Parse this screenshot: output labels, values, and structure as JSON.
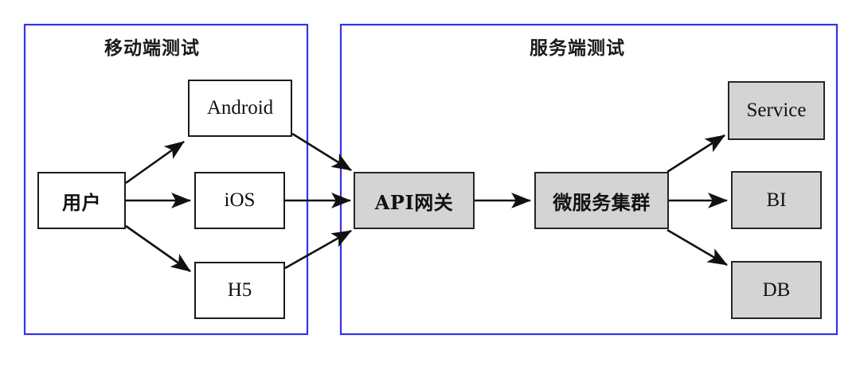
{
  "diagram": {
    "title_hidden": "",
    "panels": [
      {
        "id": "mobile",
        "label": "移动端测试",
        "border_color": "#3333ee"
      },
      {
        "id": "server",
        "label": "服务端测试",
        "border_color": "#3333ee"
      }
    ],
    "nodes": [
      {
        "id": "user",
        "label": "用户",
        "fill": "#ffffff",
        "panel": "mobile"
      },
      {
        "id": "android",
        "label": "Android",
        "fill": "#ffffff",
        "panel": "mobile"
      },
      {
        "id": "ios",
        "label": "iOS",
        "fill": "#ffffff",
        "panel": "mobile"
      },
      {
        "id": "h5",
        "label": "H5",
        "fill": "#ffffff",
        "panel": "mobile"
      },
      {
        "id": "gateway",
        "label": "API网关",
        "fill": "#d4d4d4",
        "panel": "server"
      },
      {
        "id": "micro",
        "label": "微服务集群",
        "fill": "#d4d4d4",
        "panel": "server"
      },
      {
        "id": "service",
        "label": "Service",
        "fill": "#d4d4d4",
        "panel": "server"
      },
      {
        "id": "bi",
        "label": "BI",
        "fill": "#d4d4d4",
        "panel": "server"
      },
      {
        "id": "db",
        "label": "DB",
        "fill": "#d4d4d4",
        "panel": "server"
      }
    ],
    "edges": [
      {
        "from": "user",
        "to": "android"
      },
      {
        "from": "user",
        "to": "ios"
      },
      {
        "from": "user",
        "to": "h5"
      },
      {
        "from": "android",
        "to": "gateway"
      },
      {
        "from": "ios",
        "to": "gateway"
      },
      {
        "from": "h5",
        "to": "gateway"
      },
      {
        "from": "gateway",
        "to": "micro"
      },
      {
        "from": "micro",
        "to": "service"
      },
      {
        "from": "micro",
        "to": "bi"
      },
      {
        "from": "micro",
        "to": "db"
      }
    ]
  }
}
